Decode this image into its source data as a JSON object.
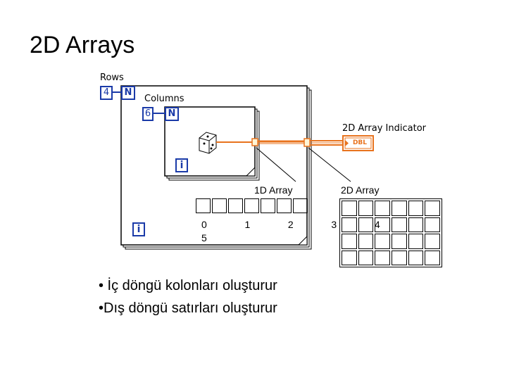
{
  "title": "2D Arrays",
  "diagram": {
    "rows_label": "Rows",
    "rows_value": "4",
    "columns_label": "Columns",
    "columns_value": "6",
    "loop_count_symbol": "N",
    "iteration_symbol": "i",
    "indicator_label": "2D Array Indicator",
    "indicator_type": "DBL",
    "array1d_label": "1D Array",
    "array2d_label": "2D Array",
    "array1d_indices_top": "0   1   2   3   4",
    "array1d_indices_bottom": "5",
    "wire_color": "#e8731e",
    "terminal_color": "#1a3aa8"
  },
  "bullets": [
    "• İç döngü kolonları oluşturur",
    "•Dış döngü satırları oluşturur"
  ]
}
